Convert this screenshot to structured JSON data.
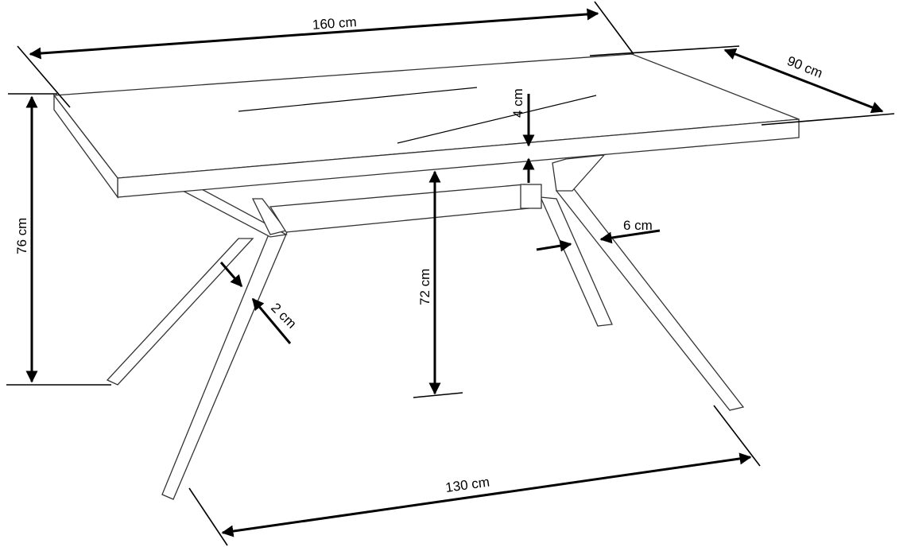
{
  "title": "Table dimensions drawing",
  "dimensions": {
    "length": "160 cm",
    "width": "90 cm",
    "top_thickness": "4 cm",
    "total_height": "76 cm",
    "clearance_height": "72 cm",
    "leg_width": "6 cm",
    "leg_thickness": "2 cm",
    "leg_span": "130 cm"
  }
}
